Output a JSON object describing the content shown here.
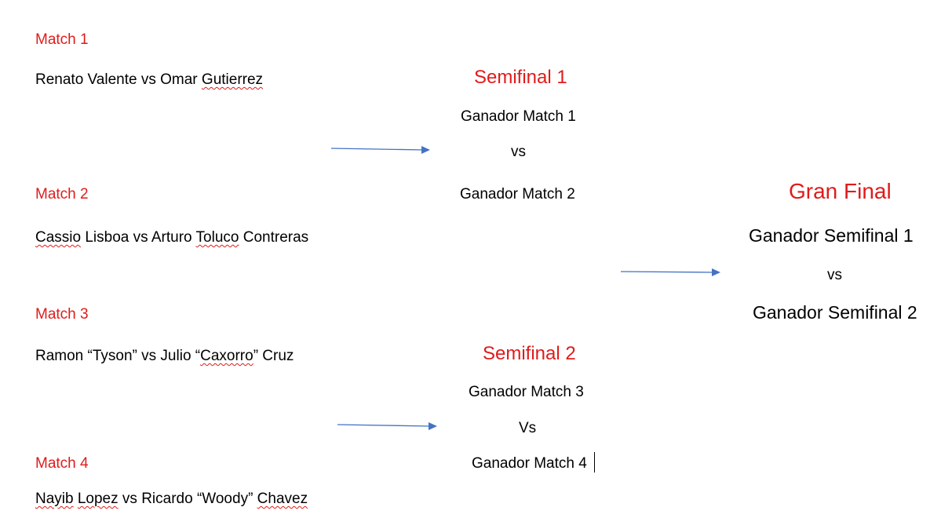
{
  "colors": {
    "heading_red": "#e01b1b",
    "arrow_blue": "#4472c4",
    "text": "#000000"
  },
  "matches": [
    {
      "label": "Match 1",
      "parts": [
        "Renato Valente vs Omar ",
        "Gutierrez",
        ""
      ]
    },
    {
      "label": "Match 2",
      "parts": [
        "",
        "Cassio",
        " Lisboa vs Arturo ",
        "Toluco",
        " Contreras"
      ]
    },
    {
      "label": "Match 3",
      "parts": [
        "Ramon “Tyson” vs Julio “",
        "Caxorro",
        "” Cruz"
      ]
    },
    {
      "label": "Match 4",
      "parts": [
        "",
        "Nayib",
        " ",
        "Lopez",
        " vs Ricardo “Woody” ",
        "Chavez",
        ""
      ]
    }
  ],
  "semifinals": [
    {
      "title": "Semifinal 1",
      "top": "Ganador Match 1",
      "vs": "vs",
      "bottom": "Ganador Match 2"
    },
    {
      "title": "Semifinal 2",
      "top": "Ganador Match 3",
      "vs": "Vs",
      "bottom": "Ganador Match 4"
    }
  ],
  "final": {
    "title": "Gran Final",
    "top": "Ganador Semifinal 1",
    "vs": "vs",
    "bottom": "Ganador Semifinal 2"
  }
}
